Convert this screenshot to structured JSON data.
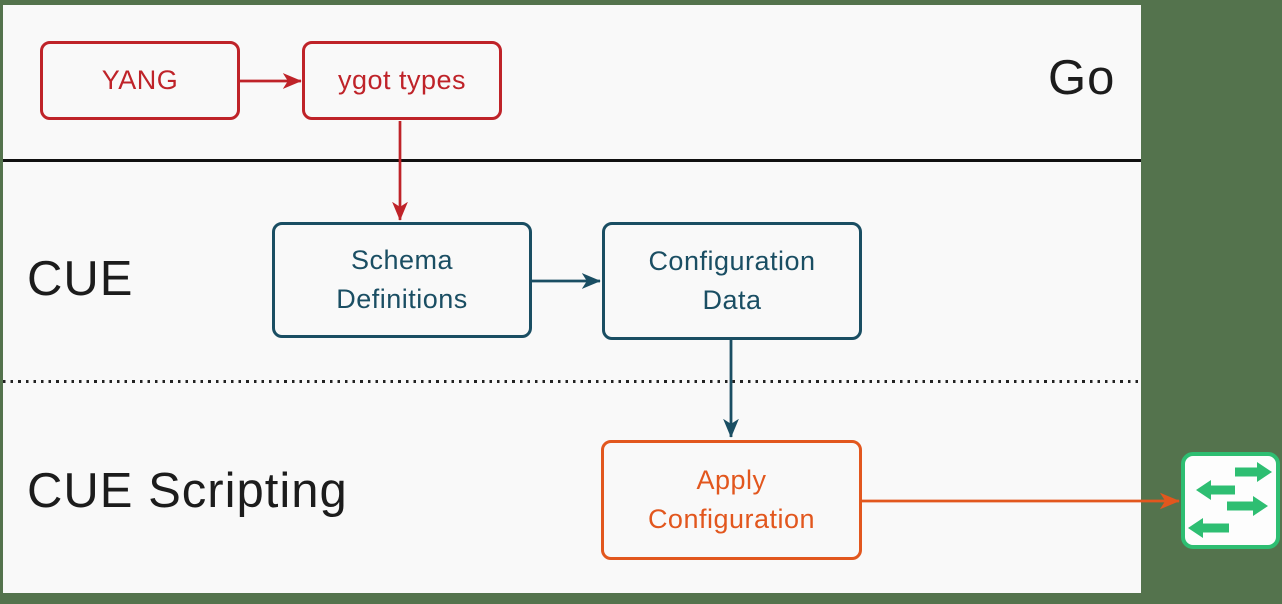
{
  "diagram": {
    "title_context": "YANG to device configuration flow",
    "lanes": {
      "go": "Go",
      "cue": "CUE",
      "cue_scripting": "CUE Scripting"
    },
    "nodes": {
      "yang": "YANG",
      "ygot_types": "ygot types",
      "schema_definitions": "Schema Definitions",
      "configuration_data": "Configuration Data",
      "apply_configuration": "Apply Configuration"
    },
    "edges": [
      {
        "from": "yang",
        "to": "ygot_types",
        "color": "#bf2329"
      },
      {
        "from": "ygot_types",
        "to": "schema_definitions",
        "color": "#bf2329"
      },
      {
        "from": "schema_definitions",
        "to": "configuration_data",
        "color": "#1a4e63"
      },
      {
        "from": "configuration_data",
        "to": "apply_configuration",
        "color": "#1a4e63"
      },
      {
        "from": "apply_configuration",
        "to": "network-switch",
        "color": "#e2571e"
      }
    ],
    "icons": {
      "switch": "network-switch-icon"
    },
    "colors": {
      "red": "#bf2329",
      "teal": "#1a4e63",
      "orange": "#e2571e",
      "switch_green": "#2ebe72",
      "frame_green": "#54734d",
      "canvas_background": "#f9f9f9",
      "divider_black": "#111111"
    }
  }
}
